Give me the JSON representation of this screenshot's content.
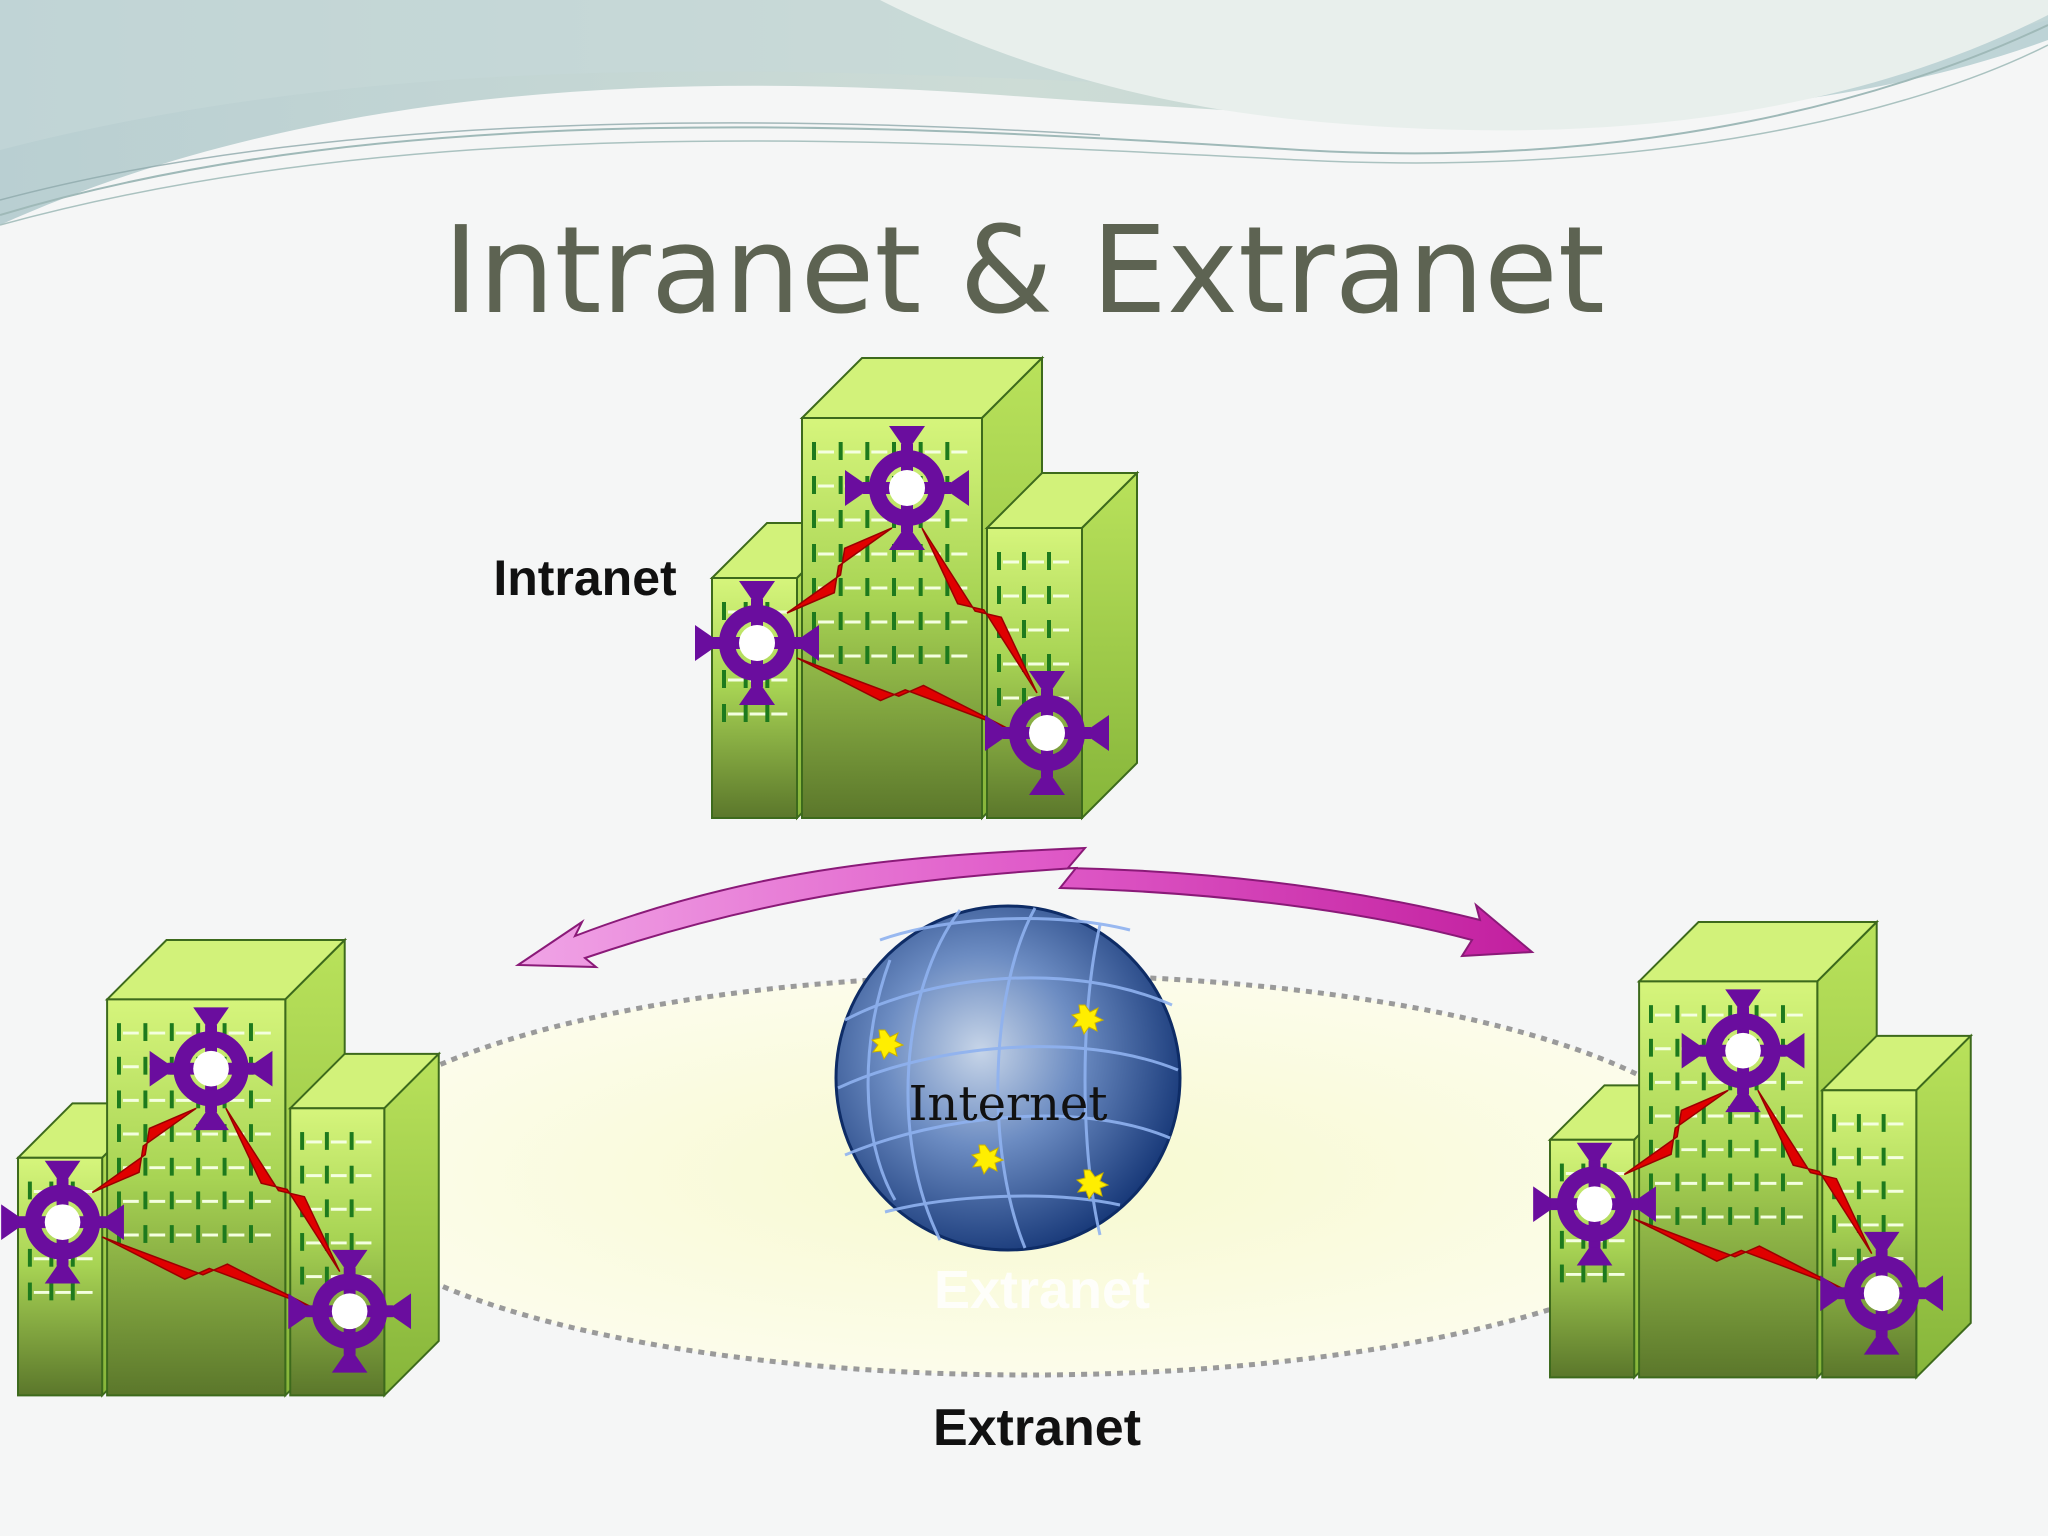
{
  "slide": {
    "title": "Intranet & Extranet",
    "labels": {
      "intranet": "Intranet",
      "extranet": "Extranet",
      "internet": "Internet",
      "extranet_overlay": "Extranet"
    }
  },
  "colors": {
    "title_text": "#5d6352",
    "building_light": "#d4f37a",
    "building_dark": "#5e7a2d",
    "router": "#6a0d9e",
    "link": "#e00000",
    "arc_arrow": "#d63ab6",
    "globe": "#1d3f8f",
    "ellipse_fill": "#fbfce3",
    "ellipse_border": "#9a9a9a"
  },
  "icons": {
    "building": "office-building-icon",
    "router": "router-icon",
    "link": "lightning-link-icon",
    "globe": "globe-icon"
  }
}
